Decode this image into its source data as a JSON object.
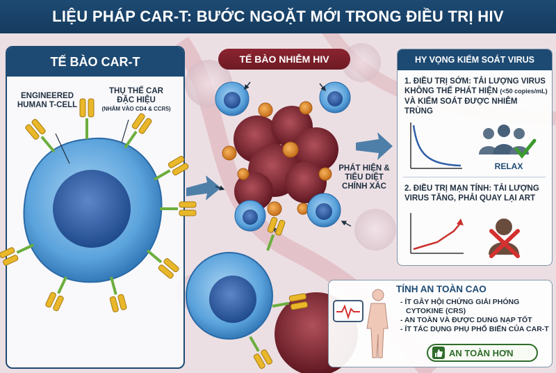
{
  "title": "LIỆU PHÁP CAR-T: BƯỚC NGOẶT MỚI TRONG ĐIỀU TRỊ HIV",
  "left_panel": {
    "header": "TẾ BÀO CAR-T",
    "label_cell_1": "ENGINEERED",
    "label_cell_2": "HUMAN T-CELL",
    "label_receptor_1": "THỤ THỂ CAR",
    "label_receptor_2": "ĐẶC HIỆU",
    "label_receptor_sub": "(NHẮM VÀO CD4 & CCR5)"
  },
  "center": {
    "header": "TẾ BÀO NHIỄM HIV",
    "detect_1": "PHÁT HIỆN &",
    "detect_2": "TIÊU DIỆT",
    "detect_3": "CHÍNH XÁC"
  },
  "right_panel": {
    "header": "HY VỌNG KIỂM SOÁT VIRUS",
    "item1_line1": "1. ĐIỀU TRỊ SỚM: TẢI LƯỢNG VIRUS",
    "item1_line2a": "KHÔNG THỂ PHÁT HIỆN",
    "item1_line2b": "(<50 copies/mL)",
    "item1_line3": "VÀ KIỂM SOÁT ĐƯỢC NHIỄM TRÙNG",
    "relax": "RELAX",
    "item2_line1": "2. ĐIỀU TRỊ MẠN TÍNH: TẢI LƯỢNG",
    "item2_line2": "VIRUS TĂNG, PHẢI QUAY LẠI ART"
  },
  "safety_panel": {
    "header": "TÍNH AN TOÀN CAO",
    "b1_line1": "- ÍT GÂY HỘI CHỨNG GIẢI PHÓNG",
    "b1_line2": "CYTOKINE (CRS)",
    "b2": "- AN TOÀN VÀ ĐƯỢC DUNG NẠP TỐT",
    "b3": "- ÍT TÁC DỤNG PHỤ PHỔ BIẾN CỦA CAR-T",
    "badge": "AN TOÀN HƠN"
  },
  "colors": {
    "navy": "#1d4a73",
    "maroon": "#7a1f2a",
    "tcell_blue": "#3f86c8",
    "virus_orange": "#e0892b",
    "check_green": "#3c9a2e",
    "cross_red": "#d3302f"
  },
  "icons": [
    "right-arrow-icon",
    "people-icon",
    "checkmark-icon",
    "sad-person-icon",
    "x-mark-icon",
    "heart-monitor-icon",
    "human-figure-icon",
    "thumbs-up-icon"
  ]
}
